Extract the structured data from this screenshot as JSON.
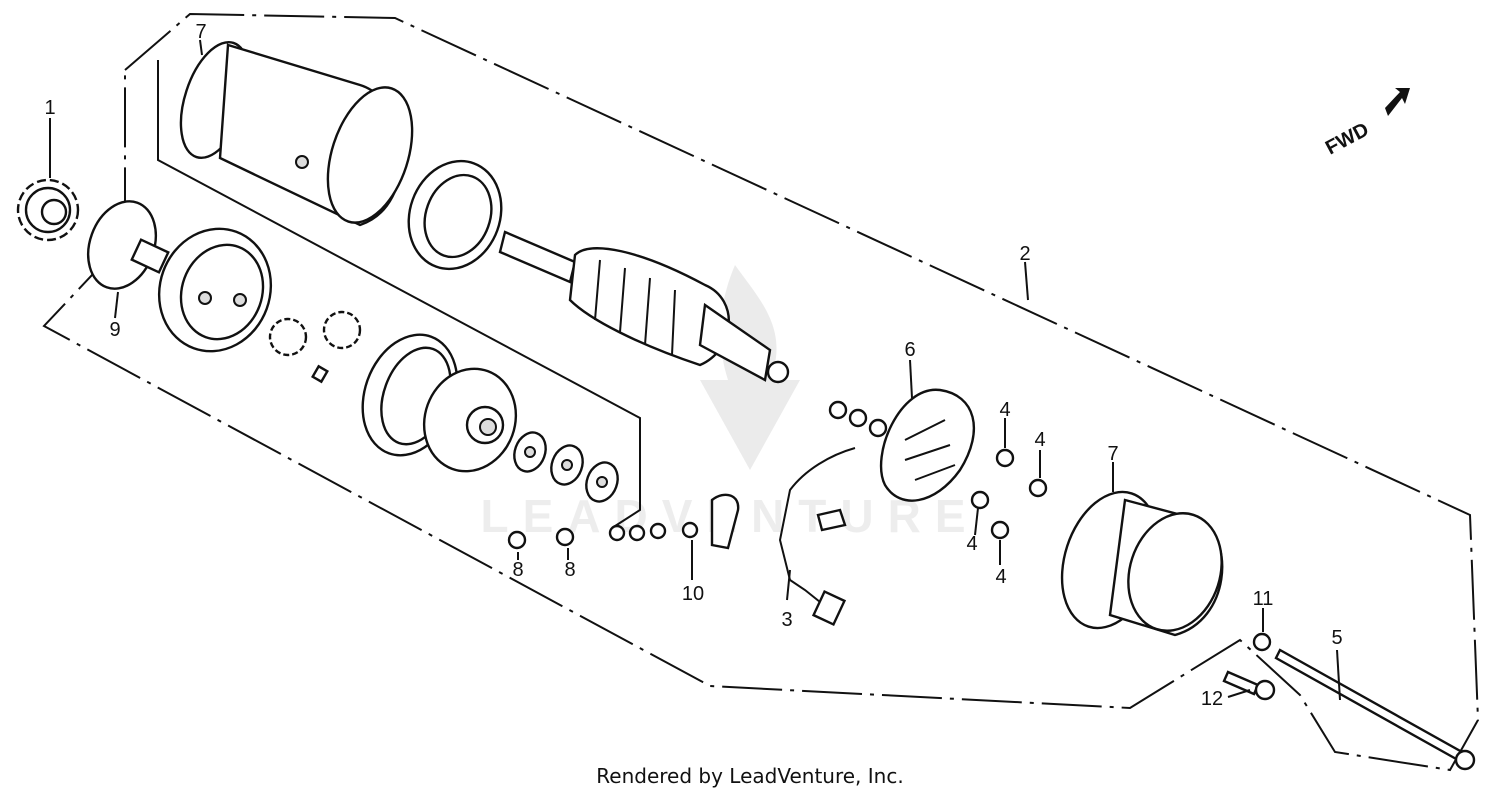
{
  "diagram": {
    "direction_label": "FWD",
    "watermark": "LEADVENTURE",
    "callouts": [
      {
        "id": "c1",
        "text": "1"
      },
      {
        "id": "c2",
        "text": "2"
      },
      {
        "id": "c3",
        "text": "3"
      },
      {
        "id": "c4a",
        "text": "4"
      },
      {
        "id": "c4b",
        "text": "4"
      },
      {
        "id": "c4c",
        "text": "4"
      },
      {
        "id": "c4d",
        "text": "4"
      },
      {
        "id": "c5",
        "text": "5"
      },
      {
        "id": "c6",
        "text": "6"
      },
      {
        "id": "c7a",
        "text": "7"
      },
      {
        "id": "c7b",
        "text": "7"
      },
      {
        "id": "c8a",
        "text": "8"
      },
      {
        "id": "c8b",
        "text": "8"
      },
      {
        "id": "c9",
        "text": "9"
      },
      {
        "id": "c10",
        "text": "10"
      },
      {
        "id": "c11",
        "text": "11"
      },
      {
        "id": "c12",
        "text": "12"
      }
    ]
  },
  "footer": {
    "credit": "Rendered by LeadVenture, Inc."
  }
}
